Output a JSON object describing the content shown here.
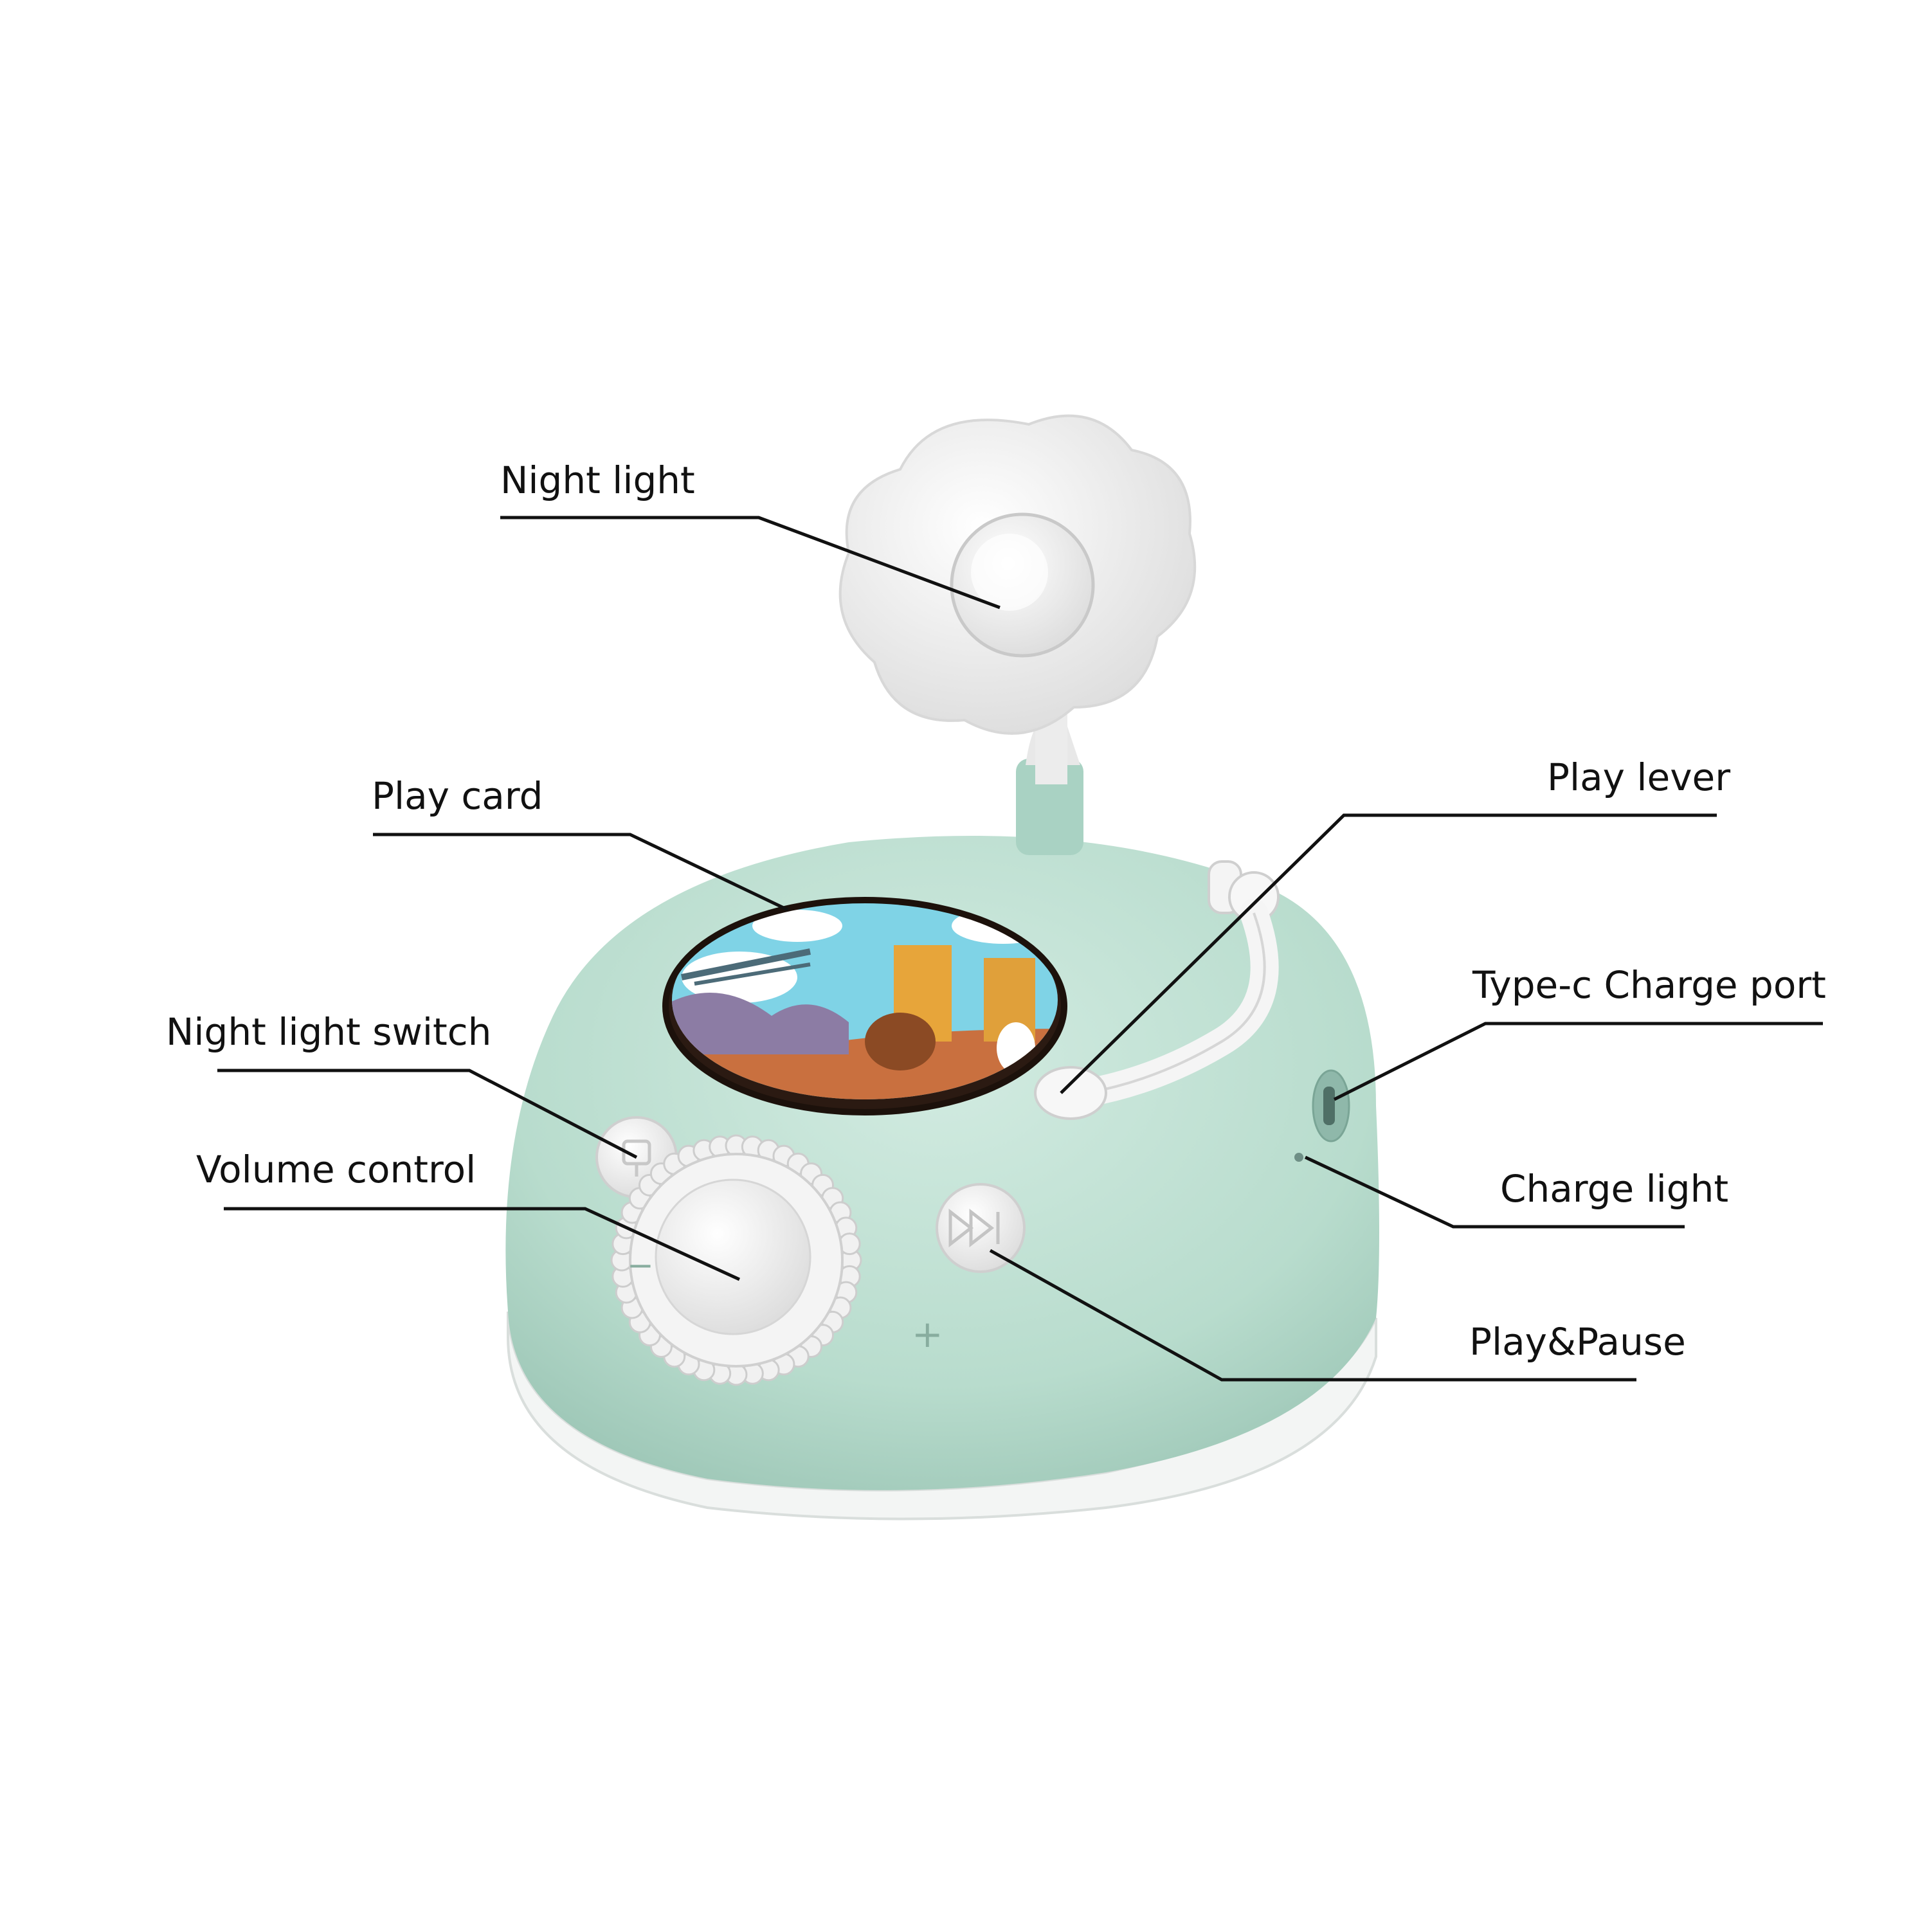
{
  "colors": {
    "body": "#bfe0d3",
    "body_shadow": "#a9cfc0",
    "base": "#f2f4f3",
    "knob": "#f7f7f7",
    "leader": "#111111",
    "sky": "#7fd3e6",
    "ground": "#c9703f",
    "lever": "#f5f5f5"
  },
  "labels": {
    "night_light": "Night light",
    "play_card": "Play card",
    "play_lever": "Play lever",
    "type_c": "Type-c   Charge port",
    "night_light_switch": "Night light switch",
    "volume_control": "Volume control",
    "charge_light": "Charge light",
    "play_pause": "Play&Pause"
  },
  "dial_marks": {
    "minus": "−",
    "plus": "+"
  },
  "icons": {
    "switch": "lamp-icon",
    "play": "play-pause-icon"
  }
}
